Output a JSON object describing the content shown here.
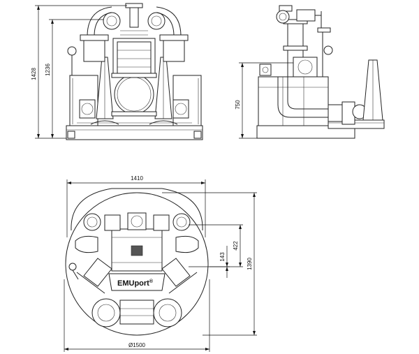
{
  "dimensions": {
    "front_overall_height": "1428",
    "front_inner_height": "1236",
    "side_height": "750",
    "plan_width": "1410",
    "plan_depth": "1390",
    "plan_offset_a": "422",
    "plan_offset_b": "143",
    "tank_diameter": "Ø1500"
  },
  "logo_text": "EMUport",
  "logo_mark": "®",
  "colors": {
    "line": "#222222",
    "background": "#ffffff"
  }
}
